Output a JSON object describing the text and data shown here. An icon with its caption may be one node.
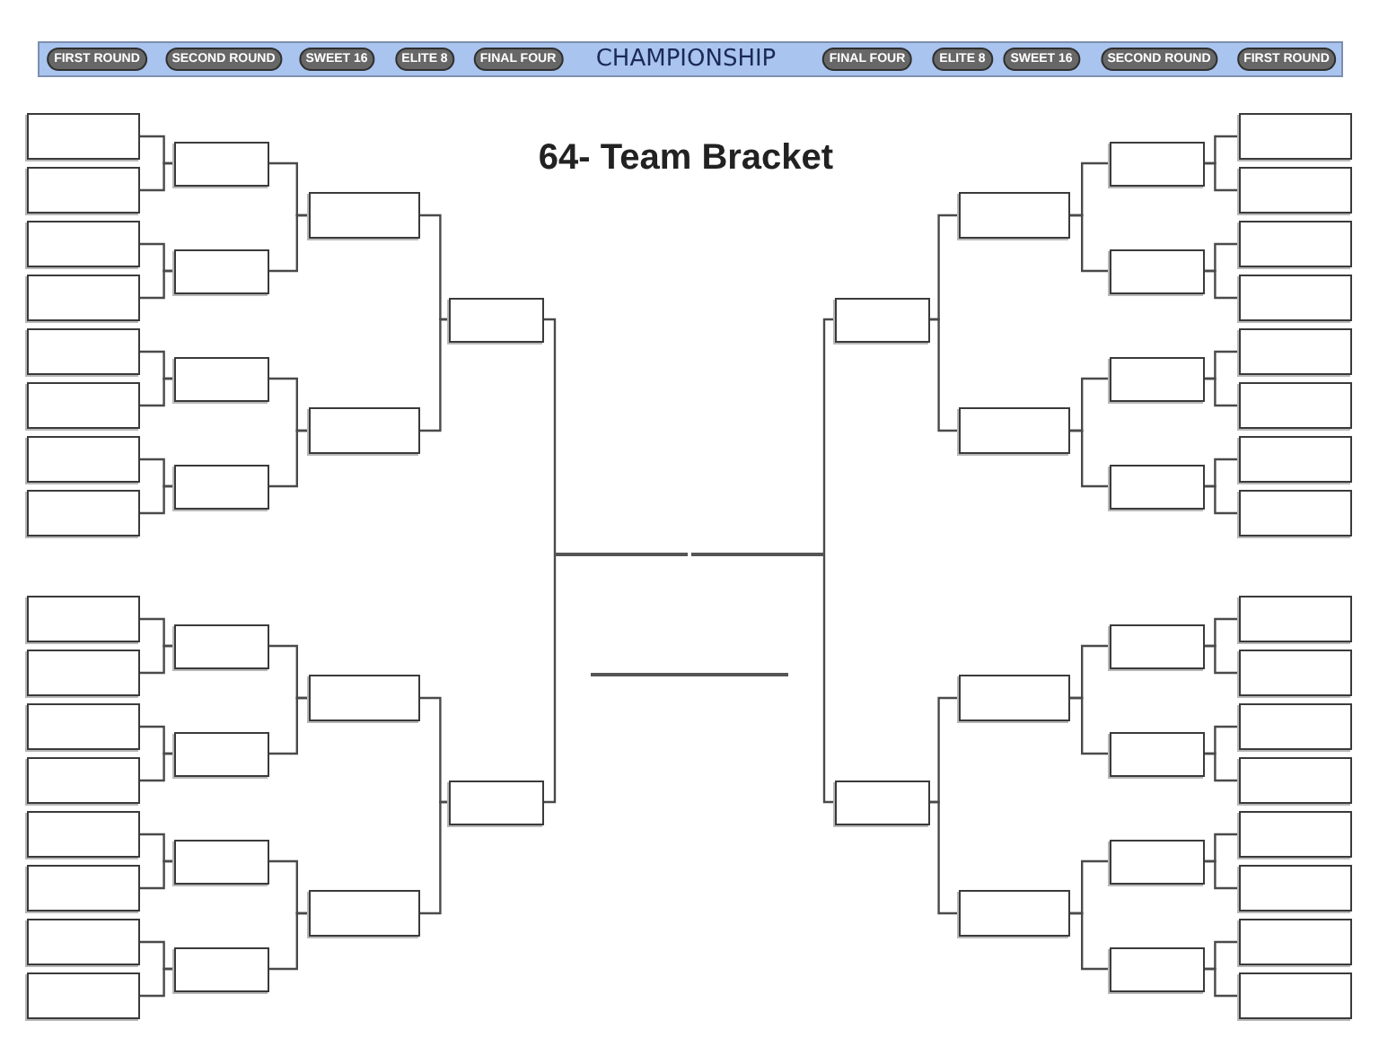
{
  "diagram": {
    "title": "64- Team Bracket",
    "nodes": [
      {
        "text": [],
        "shape": "box"
      },
      {
        "text": [],
        "shape": "box"
      },
      {
        "text": [],
        "shape": "box"
      },
      {
        "text": [],
        "shape": "box"
      },
      {
        "text": [],
        "shape": "box"
      },
      {
        "text": [],
        "shape": "box"
      },
      {
        "text": [],
        "shape": "box"
      },
      {
        "text": [],
        "shape": "box"
      },
      {
        "text": [],
        "shape": "box"
      },
      {
        "text": [],
        "shape": "box"
      },
      {
        "text": [],
        "shape": "box"
      },
      {
        "text": [],
        "shape": "box"
      },
      {
        "text": [],
        "shape": "box"
      },
      {
        "text": [],
        "shape": "box"
      },
      {
        "text": [],
        "shape": "box"
      },
      {
        "text": [],
        "shape": "box"
      },
      {
        "text": [],
        "shape": "box"
      },
      {
        "text": [],
        "shape": "box"
      },
      {
        "text": [],
        "shape": "box"
      },
      {
        "text": [],
        "shape": "box"
      },
      {
        "text": [],
        "shape": "box"
      },
      {
        "text": [],
        "shape": "box"
      },
      {
        "text": [],
        "shape": "box"
      },
      {
        "text": [],
        "shape": "box"
      },
      {
        "text": [],
        "shape": "box"
      },
      {
        "text": [],
        "shape": "box"
      },
      {
        "text": [],
        "shape": "box"
      },
      {
        "text": [],
        "shape": "box"
      },
      {
        "text": [],
        "shape": "box"
      },
      {
        "text": [],
        "shape": "box"
      },
      {
        "text": [],
        "shape": "line"
      },
      {
        "text": [],
        "shape": "line"
      },
      {
        "text": [],
        "shape": "line"
      },
      {
        "text": [],
        "shape": "box"
      },
      {
        "text": [],
        "shape": "box"
      },
      {
        "text": [],
        "shape": "box"
      },
      {
        "text": [],
        "shape": "box"
      },
      {
        "text": [],
        "shape": "box"
      },
      {
        "text": [],
        "shape": "box"
      },
      {
        "text": [],
        "shape": "box"
      },
      {
        "text": [],
        "shape": "box"
      },
      {
        "text": [],
        "shape": "box"
      },
      {
        "text": [],
        "shape": "box"
      },
      {
        "text": [],
        "shape": "box"
      },
      {
        "text": [],
        "shape": "box"
      },
      {
        "text": [],
        "shape": "box"
      },
      {
        "text": [],
        "shape": "box"
      },
      {
        "text": [],
        "shape": "box"
      },
      {
        "text": [],
        "shape": "box"
      },
      {
        "text": [],
        "shape": "box"
      },
      {
        "text": [],
        "shape": "box"
      },
      {
        "text": [],
        "shape": "box"
      },
      {
        "text": [],
        "shape": "box"
      },
      {
        "text": [],
        "shape": "box"
      },
      {
        "text": [],
        "shape": "box"
      },
      {
        "text": [],
        "shape": "box"
      },
      {
        "text": [],
        "shape": "box"
      },
      {
        "text": [],
        "shape": "box"
      },
      {
        "text": [],
        "shape": "box"
      },
      {
        "text": [],
        "shape": "box"
      },
      {
        "text": [],
        "shape": "box"
      },
      {
        "text": [],
        "shape": "box"
      },
      {
        "text": [],
        "shape": "box"
      }
    ],
    "edges": [
      {
        "from": 0,
        "to": 16,
        "arrow": "none"
      },
      {
        "from": 1,
        "to": 16,
        "arrow": "none"
      },
      {
        "from": 2,
        "to": 17,
        "arrow": "none"
      },
      {
        "from": 3,
        "to": 17,
        "arrow": "none"
      },
      {
        "from": 4,
        "to": 18,
        "arrow": "none"
      },
      {
        "from": 5,
        "to": 18,
        "arrow": "none"
      },
      {
        "from": 6,
        "to": 19,
        "arrow": "none"
      },
      {
        "from": 7,
        "to": 19,
        "arrow": "none"
      },
      {
        "from": 8,
        "to": 20,
        "arrow": "none"
      },
      {
        "from": 9,
        "to": 20,
        "arrow": "none"
      },
      {
        "from": 10,
        "to": 21,
        "arrow": "none"
      },
      {
        "from": 11,
        "to": 21,
        "arrow": "none"
      },
      {
        "from": 12,
        "to": 22,
        "arrow": "none"
      },
      {
        "from": 13,
        "to": 22,
        "arrow": "none"
      },
      {
        "from": 14,
        "to": 23,
        "arrow": "none"
      },
      {
        "from": 15,
        "to": 23,
        "arrow": "none"
      },
      {
        "from": 16,
        "to": 24,
        "arrow": "none"
      },
      {
        "from": 17,
        "to": 24,
        "arrow": "none"
      },
      {
        "from": 18,
        "to": 25,
        "arrow": "none"
      },
      {
        "from": 19,
        "to": 25,
        "arrow": "none"
      },
      {
        "from": 20,
        "to": 26,
        "arrow": "none"
      },
      {
        "from": 21,
        "to": 26,
        "arrow": "none"
      },
      {
        "from": 22,
        "to": 27,
        "arrow": "none"
      },
      {
        "from": 23,
        "to": 27,
        "arrow": "none"
      },
      {
        "from": 24,
        "to": 28,
        "arrow": "none"
      },
      {
        "from": 25,
        "to": 28,
        "arrow": "none"
      },
      {
        "from": 26,
        "to": 29,
        "arrow": "none"
      },
      {
        "from": 27,
        "to": 29,
        "arrow": "none"
      },
      {
        "from": 28,
        "to": 30,
        "arrow": "none"
      },
      {
        "from": 29,
        "to": 30,
        "arrow": "none"
      },
      {
        "from": 47,
        "to": 39,
        "arrow": "none"
      },
      {
        "from": 48,
        "to": 39,
        "arrow": "none"
      },
      {
        "from": 49,
        "to": 40,
        "arrow": "none"
      },
      {
        "from": 50,
        "to": 40,
        "arrow": "none"
      },
      {
        "from": 51,
        "to": 41,
        "arrow": "none"
      },
      {
        "from": 52,
        "to": 41,
        "arrow": "none"
      },
      {
        "from": 53,
        "to": 42,
        "arrow": "none"
      },
      {
        "from": 54,
        "to": 42,
        "arrow": "none"
      },
      {
        "from": 55,
        "to": 43,
        "arrow": "none"
      },
      {
        "from": 56,
        "to": 43,
        "arrow": "none"
      },
      {
        "from": 57,
        "to": 44,
        "arrow": "none"
      },
      {
        "from": 58,
        "to": 44,
        "arrow": "none"
      },
      {
        "from": 59,
        "to": 45,
        "arrow": "none"
      },
      {
        "from": 60,
        "to": 45,
        "arrow": "none"
      },
      {
        "from": 61,
        "to": 46,
        "arrow": "none"
      },
      {
        "from": 62,
        "to": 46,
        "arrow": "none"
      },
      {
        "from": 39,
        "to": 35,
        "arrow": "none"
      },
      {
        "from": 40,
        "to": 35,
        "arrow": "none"
      },
      {
        "from": 41,
        "to": 36,
        "arrow": "none"
      },
      {
        "from": 42,
        "to": 36,
        "arrow": "none"
      },
      {
        "from": 43,
        "to": 37,
        "arrow": "none"
      },
      {
        "from": 44,
        "to": 37,
        "arrow": "none"
      },
      {
        "from": 45,
        "to": 38,
        "arrow": "none"
      },
      {
        "from": 46,
        "to": 38,
        "arrow": "none"
      },
      {
        "from": 35,
        "to": 33,
        "arrow": "none"
      },
      {
        "from": 36,
        "to": 33,
        "arrow": "none"
      },
      {
        "from": 37,
        "to": 34,
        "arrow": "none"
      },
      {
        "from": 38,
        "to": 34,
        "arrow": "none"
      },
      {
        "from": 33,
        "to": 31,
        "arrow": "none"
      },
      {
        "from": 34,
        "to": 31,
        "arrow": "none"
      }
    ],
    "labels": [
      "FIRST ROUND",
      "SECOND ROUND",
      "SWEET 16",
      "ELITE 8",
      "FINAL FOUR",
      "CHAMPIONSHIP",
      "FINAL FOUR",
      "ELITE 8",
      "SWEET 16",
      "SECOND ROUND",
      "FIRST ROUND"
    ]
  }
}
